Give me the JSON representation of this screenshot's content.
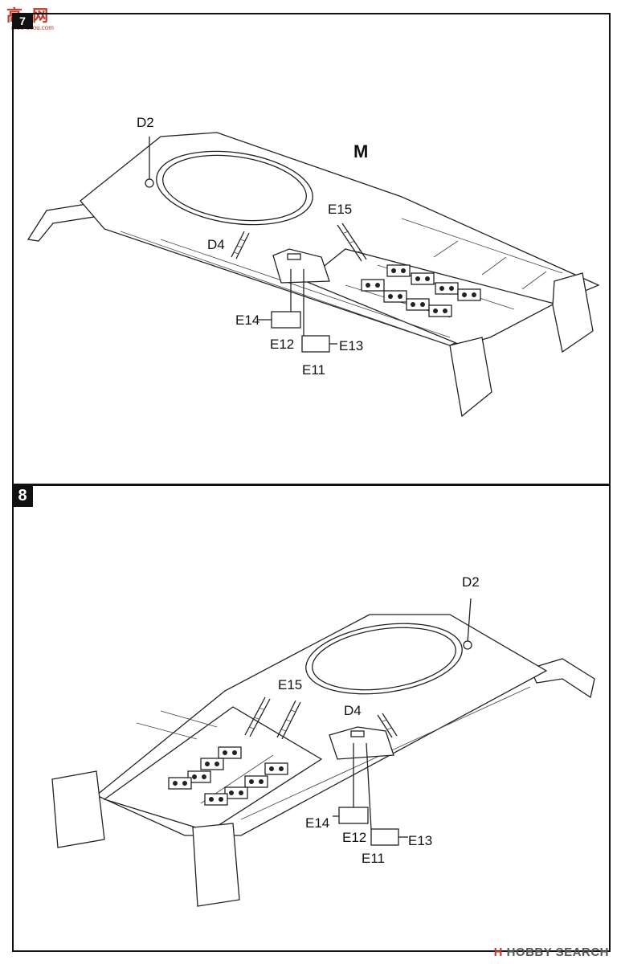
{
  "watermark": {
    "text": "高●网",
    "sub": "moe-chou.com"
  },
  "footer": {
    "brand_prefix": "H",
    "brand": "HOBBY SEARCH"
  },
  "steps": [
    {
      "number": "7",
      "labels": {
        "d2": "D2",
        "m": "M",
        "e15": "E15",
        "d4": "D4",
        "e14": "E14",
        "e12": "E12",
        "e13": "E13",
        "e11": "E11"
      }
    },
    {
      "number": "8",
      "labels": {
        "d2": "D2",
        "e15": "E15",
        "d4": "D4",
        "e14": "E14",
        "e12": "E12",
        "e13": "E13",
        "e11": "E11"
      }
    }
  ],
  "colors": {
    "ink": "#111111",
    "watermark": "#c0392b"
  }
}
